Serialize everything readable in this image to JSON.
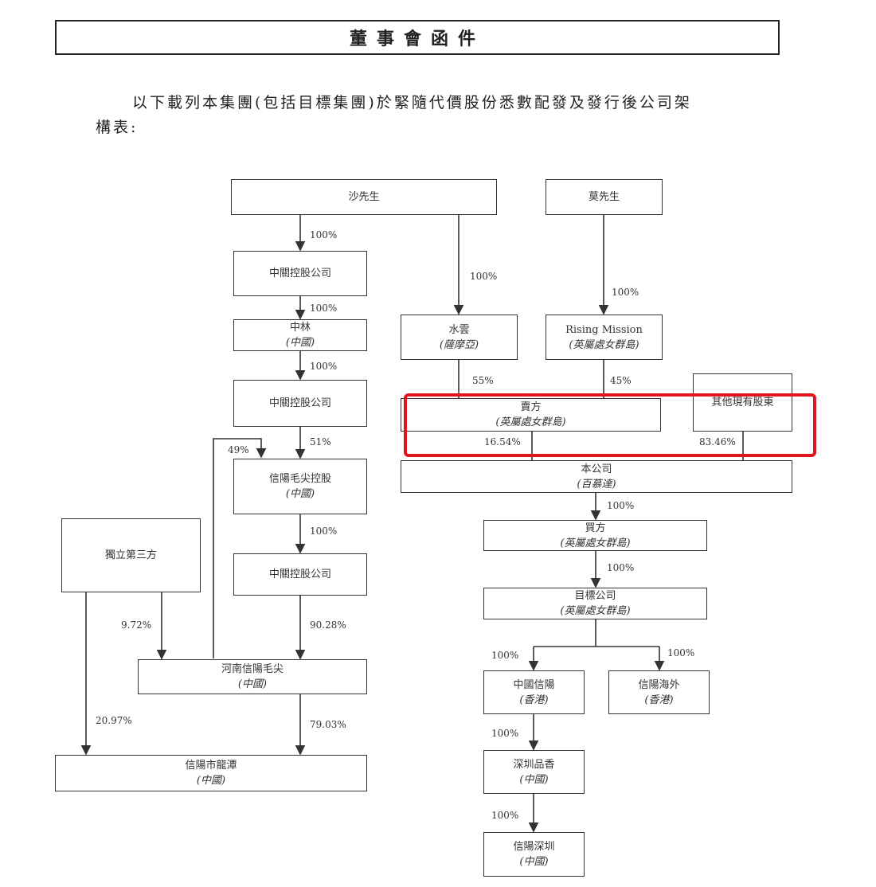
{
  "header": {
    "title": "董事會函件"
  },
  "intro": {
    "line1": "以下載列本集團(包括目標集團)於緊隨代價股份悉數配發及發行後公司架",
    "line2": "構表:"
  },
  "nodes": {
    "sha": {
      "name": "沙先生",
      "sub": ""
    },
    "mo": {
      "name": "莫先生",
      "sub": ""
    },
    "zhongguan_holding_1": {
      "name": "中關控股公司",
      "sub": ""
    },
    "zhongbei": {
      "name": "中林",
      "sub": "(中國)"
    },
    "zhongguan_holding_2": {
      "name": "中關控股公司",
      "sub": ""
    },
    "xinyang_maojian_holding": {
      "name": "信陽毛尖控股",
      "sub": "(中國)"
    },
    "zhongguan_holding_3": {
      "name": "中關控股公司",
      "sub": ""
    },
    "independent_third": {
      "name": "獨立第三方",
      "sub": ""
    },
    "henan_xinyang": {
      "name": "河南信陽毛尖",
      "sub": "(中國)"
    },
    "xinyang_city": {
      "name": "信陽市龍潭",
      "sub": "(中國)"
    },
    "shuiyun": {
      "name": "水雲",
      "sub": "(薩摩亞)"
    },
    "rising_mission": {
      "name": "Rising Mission",
      "sub": "(英屬處女群島)"
    },
    "seller": {
      "name": "賣方",
      "sub": "(英屬處女群島)"
    },
    "other_shareholders": {
      "name": "其他現有股東",
      "sub": ""
    },
    "company": {
      "name": "本公司",
      "sub": "(百慕達)"
    },
    "buyer": {
      "name": "買方",
      "sub": "(英屬處女群島)"
    },
    "target": {
      "name": "目標公司",
      "sub": "(英屬處女群島)"
    },
    "zhongguo_xinyang": {
      "name": "中國信陽",
      "sub": "(香港)"
    },
    "xinyang_overseas": {
      "name": "信陽海外",
      "sub": "(香港)"
    },
    "shenzhen_pinxiang": {
      "name": "深圳品香",
      "sub": "(中國)"
    },
    "xinyang_shenzhen": {
      "name": "信陽深圳",
      "sub": "(中國)"
    }
  },
  "percentages": {
    "sha_to_zg1": "100%",
    "zg1_to_zb": "100%",
    "zb_to_zg2": "100%",
    "zg2_to_xymj": "51%",
    "loop_49": "49%",
    "xymj_to_zg3": "100%",
    "zg3_to_henan": "90.28%",
    "third_to_henan": "9.72%",
    "third_to_city": "20.97%",
    "henan_to_city": "79.03%",
    "sha_to_shuiyun": "100%",
    "mo_to_rising": "100%",
    "shuiyun_to_seller": "55%",
    "rising_to_seller": "45%",
    "seller_to_company": "16.54%",
    "others_to_company": "83.46%",
    "company_to_buyer": "100%",
    "buyer_to_target": "100%",
    "target_to_zgxy": "100%",
    "target_to_overseas": "100%",
    "zgxy_to_szpx": "100%",
    "szpx_to_xysz": "100%"
  },
  "colors": {
    "highlight": "#e0151d",
    "ink": "#333333"
  }
}
